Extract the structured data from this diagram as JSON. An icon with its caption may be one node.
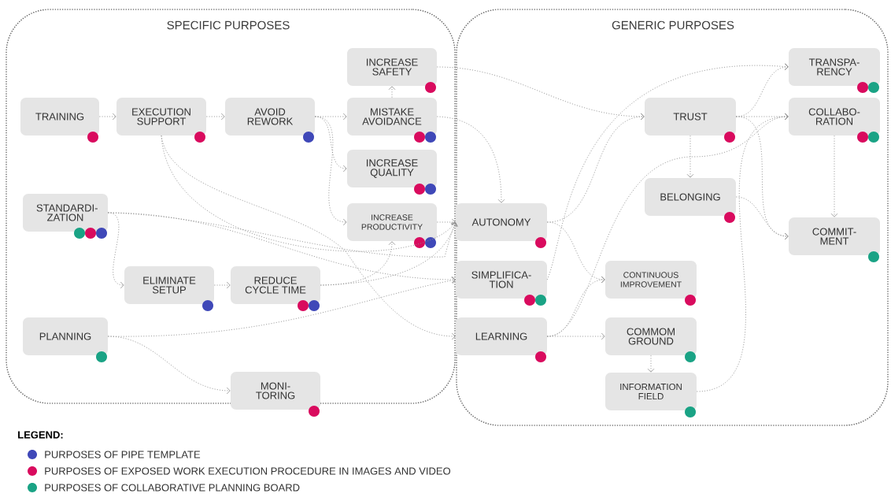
{
  "diagram": {
    "nodes": [
      {
        "text": [
          "SPECIFIC PURPOSES"
        ]
      },
      {
        "text": [
          "GENERIC PURPOSES"
        ]
      },
      {
        "text": [
          "TRAINING"
        ],
        "in": 0
      },
      {
        "text": [
          "EXECUTION SUPPORT"
        ],
        "in": 0
      },
      {
        "text": [
          "AVOID REWORK"
        ],
        "in": 0
      },
      {
        "text": [
          "INCREASE SAFETY"
        ],
        "in": 0
      },
      {
        "text": [
          "MISTAKE AVOIDANCE"
        ],
        "in": 0
      },
      {
        "text": [
          "INCREASE QUALITY"
        ],
        "in": 0
      },
      {
        "text": [
          "STANDARDI- ZATION"
        ],
        "in": 0
      },
      {
        "text": [
          "INCREASE PRODUCTIVITY"
        ],
        "in": 0
      },
      {
        "text": [
          "ELIMINATE SETUP"
        ],
        "in": 0
      },
      {
        "text": [
          "REDUCE CYCLE TIME"
        ],
        "in": 0
      },
      {
        "text": [
          "PLANNING"
        ],
        "in": 0
      },
      {
        "text": [
          "MONI- TORING"
        ],
        "in": 0
      },
      {
        "text": [
          "TRANSPA- RENCY"
        ],
        "in": 1
      },
      {
        "text": [
          "TRUST"
        ],
        "in": 1
      },
      {
        "text": [
          "COLLABO- RATION"
        ],
        "in": 1
      },
      {
        "text": [
          "BELONGING"
        ],
        "in": 1
      },
      {
        "text": [
          "AUTONOMY"
        ],
        "in": 1
      },
      {
        "text": [
          "COMMIT- MENT"
        ],
        "in": 1
      },
      {
        "text": [
          "SIMPLIFICA- TION"
        ],
        "in": 1
      },
      {
        "text": [
          "CONTINUOUS IMPROVEMENT"
        ],
        "in": 1
      },
      {
        "text": [
          "LEARNING"
        ],
        "in": 1
      },
      {
        "text": [
          "COMMOM GROUND"
        ],
        "in": 1
      },
      {
        "text": [
          "INFORMATION FIELD"
        ],
        "in": 1
      }
    ],
    "edges": [
      {
        "from": 2,
        "to": 3,
        "arrow": "to",
        "style": "dashed"
      },
      {
        "from": 3,
        "to": 4,
        "arrow": "to",
        "style": "dashed"
      },
      {
        "from": 4,
        "to": 6,
        "arrow": "to",
        "style": "dashed"
      },
      {
        "from": 4,
        "to": 7,
        "arrow": "to",
        "style": "dashed"
      },
      {
        "from": 4,
        "to": 9,
        "arrow": "to",
        "style": "dashed"
      },
      {
        "from": 6,
        "to": 5,
        "arrow": "to",
        "style": "dashed"
      },
      {
        "from": 8,
        "to": 10,
        "arrow": "to",
        "style": "dashed"
      },
      {
        "from": 10,
        "to": 11,
        "arrow": "to",
        "style": "dashed"
      },
      {
        "from": 12,
        "to": 13,
        "arrow": "to",
        "style": "dashed"
      },
      {
        "from": 3,
        "to": 22,
        "arrow": "to",
        "style": "dashed"
      },
      {
        "from": 3,
        "to": 18,
        "arrow": "to",
        "style": "dashed"
      },
      {
        "from": 8,
        "to": 20,
        "arrow": "to",
        "style": "dashed"
      },
      {
        "from": 8,
        "to": 18,
        "arrow": "to",
        "style": "dashed"
      },
      {
        "from": 11,
        "to": 9,
        "arrow": "to",
        "style": "dashed"
      },
      {
        "from": 11,
        "to": 18,
        "arrow": "to",
        "style": "dashed"
      },
      {
        "from": 12,
        "to": 20,
        "arrow": "to",
        "style": "dashed"
      },
      {
        "from": 9,
        "to": 18,
        "arrow": "to",
        "style": "dashed"
      },
      {
        "from": 6,
        "to": 18,
        "arrow": "to",
        "style": "dashed"
      },
      {
        "from": 5,
        "to": 15,
        "arrow": "to",
        "style": "dashed"
      },
      {
        "from": 18,
        "to": 15,
        "arrow": "to",
        "style": "dashed"
      },
      {
        "from": 18,
        "to": 21,
        "arrow": "to",
        "style": "dashed"
      },
      {
        "from": 20,
        "to": 14,
        "arrow": "to",
        "style": "dashed"
      },
      {
        "from": 22,
        "to": 21,
        "arrow": "to",
        "style": "dashed"
      },
      {
        "from": 22,
        "to": 23,
        "arrow": "to",
        "style": "dashed"
      },
      {
        "from": 23,
        "to": 24,
        "arrow": "to",
        "style": "dashed"
      },
      {
        "from": 24,
        "to": 16,
        "arrow": "to",
        "style": "dashed"
      },
      {
        "from": 22,
        "to": 16,
        "arrow": "to",
        "style": "dashed"
      },
      {
        "from": 15,
        "to": 14,
        "arrow": "to",
        "style": "dashed"
      },
      {
        "from": 15,
        "to": 16,
        "arrow": "to",
        "style": "dashed"
      },
      {
        "from": 15,
        "to": 17,
        "arrow": "to",
        "style": "dashed"
      },
      {
        "from": 15,
        "to": 19,
        "arrow": "to",
        "style": "dashed"
      },
      {
        "from": 16,
        "to": 19,
        "arrow": "to",
        "style": "dashed"
      },
      {
        "from": 17,
        "to": 19,
        "arrow": "to",
        "style": "dashed"
      }
    ],
    "labels": [
      "LEGEND:"
    ],
    "legend": [
      {
        "text": "PURPOSES OF PIPE TEMPLATE",
        "color": "#3f48b8"
      },
      {
        "text": "PURPOSES OF EXPOSED WORK EXECUTION PROCEDURE IN IMAGES AND VIDEO",
        "color": "#d90b5e"
      },
      {
        "text": "PURPOSES OF COLLABORATIVE PLANNING BOARD",
        "color": "#1aa385"
      }
    ]
  }
}
